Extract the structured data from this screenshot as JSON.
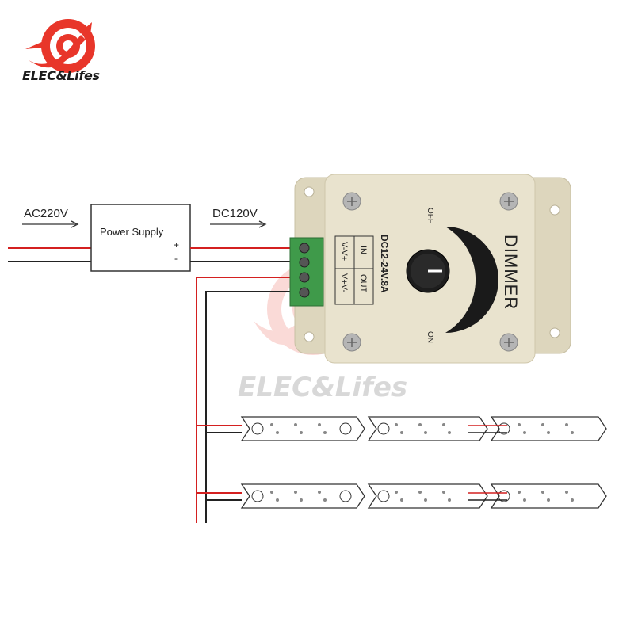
{
  "brand": {
    "name": "ELEC&Lifes",
    "watermark": "ELEC&Lifes",
    "logo_icon": "target-swoosh-logo",
    "primary_color": "#e8362a"
  },
  "input_voltage": "AC220V",
  "output_voltage": "DC120V",
  "power_supply": {
    "label": "Power Supply",
    "plus": "+",
    "minus": "-"
  },
  "dimmer": {
    "title": "DIMMER",
    "rating": "DC12-24V.8A",
    "off_label": "OFF",
    "on_label": "ON",
    "in_label": "IN",
    "out_label": "OUT",
    "in_pins": "V-V+",
    "out_pins": "V+V-",
    "body_color": "#e9e3ce",
    "terminal_color": "#3f9a4a"
  },
  "led_strip": {
    "rows": 2,
    "segments_per_row": 3
  },
  "wire_colors": {
    "positive": "#d42020",
    "negative": "#222222"
  }
}
